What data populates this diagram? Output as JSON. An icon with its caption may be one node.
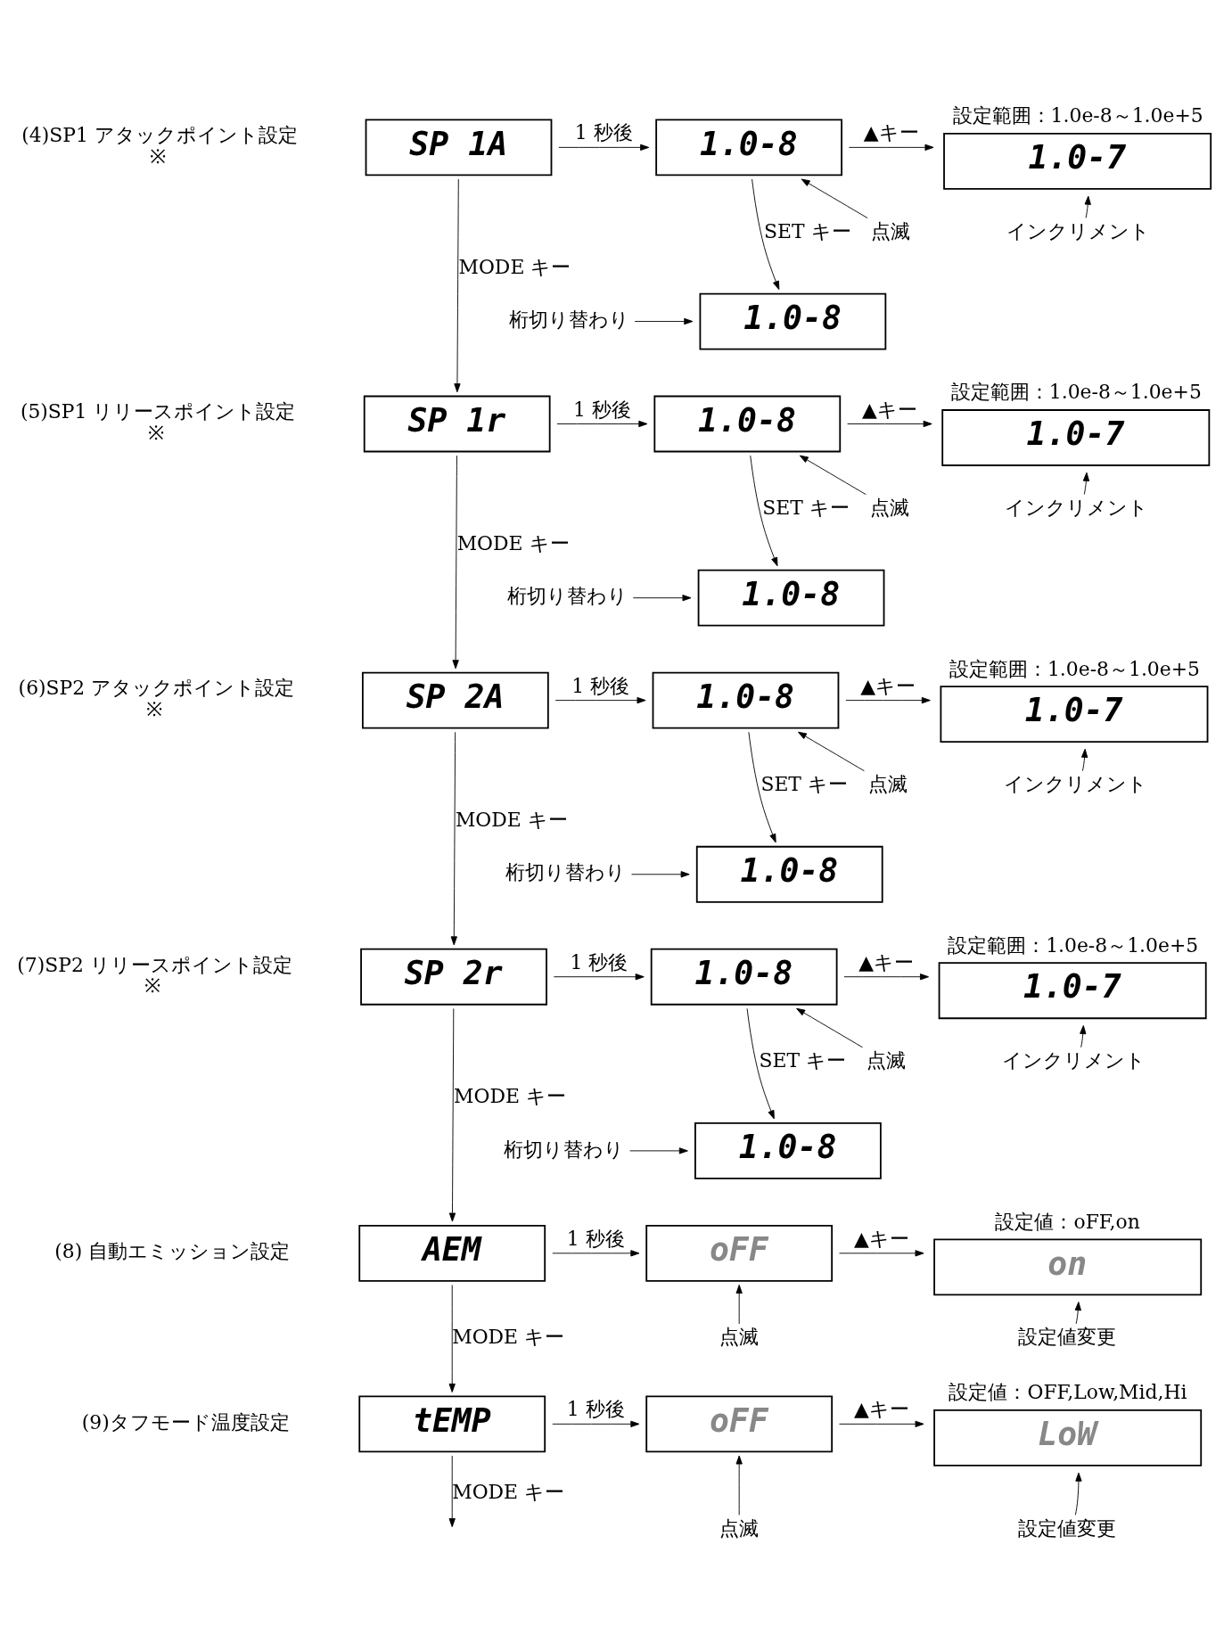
{
  "diagram": {
    "nodes": [
      {
        "text": [
          "SP 1A"
        ],
        "beside": [
          "(4)SP1 アタックポイント設定",
          "※"
        ]
      },
      {
        "text": [
          "1.0-8"
        ]
      },
      {
        "text": [
          "1.0-7"
        ],
        "beside": [
          "設定範囲：1.0e-8～1.0e+5"
        ]
      },
      {
        "text": [
          "点滅"
        ]
      },
      {
        "text": [
          "インクリメント"
        ]
      },
      {
        "text": [
          "桁切り替わり"
        ]
      },
      {
        "text": [
          "1.0-8"
        ]
      },
      {
        "text": [
          "SP 1r"
        ],
        "beside": [
          "(5)SP1 リリースポイント設定",
          "※"
        ]
      },
      {
        "text": [
          "1.0-8"
        ]
      },
      {
        "text": [
          "1.0-7"
        ],
        "beside": [
          "設定範囲：1.0e-8～1.0e+5"
        ]
      },
      {
        "text": [
          "点滅"
        ]
      },
      {
        "text": [
          "インクリメント"
        ]
      },
      {
        "text": [
          "桁切り替わり"
        ]
      },
      {
        "text": [
          "1.0-8"
        ]
      },
      {
        "text": [
          "SP 2A"
        ],
        "beside": [
          "(6)SP2 アタックポイント設定",
          "※"
        ]
      },
      {
        "text": [
          "1.0-8"
        ]
      },
      {
        "text": [
          "1.0-7"
        ],
        "beside": [
          "設定範囲：1.0e-8～1.0e+5"
        ]
      },
      {
        "text": [
          "点滅"
        ]
      },
      {
        "text": [
          "インクリメント"
        ]
      },
      {
        "text": [
          "桁切り替わり"
        ]
      },
      {
        "text": [
          "1.0-8"
        ]
      },
      {
        "text": [
          "SP 2r"
        ],
        "beside": [
          "(7)SP2 リリースポイント設定",
          "※"
        ]
      },
      {
        "text": [
          "1.0-8"
        ]
      },
      {
        "text": [
          "1.0-7"
        ],
        "beside": [
          "設定範囲：1.0e-8～1.0e+5"
        ]
      },
      {
        "text": [
          "点滅"
        ]
      },
      {
        "text": [
          "インクリメント"
        ]
      },
      {
        "text": [
          "桁切り替わり"
        ]
      },
      {
        "text": [
          "1.0-8"
        ]
      },
      {
        "text": [
          "AEM"
        ],
        "beside": [
          "(8) 自動エミッション設定"
        ]
      },
      {
        "text": [
          "oFF"
        ]
      },
      {
        "text": [
          "on"
        ],
        "beside": [
          "設定値：oFF,on"
        ]
      },
      {
        "text": [
          "点滅"
        ]
      },
      {
        "text": [
          "設定値変更"
        ]
      },
      {
        "text": [
          "tEMP"
        ],
        "beside": [
          "(9)タフモード温度設定"
        ]
      },
      {
        "text": [
          "oFF"
        ]
      },
      {
        "text": [
          "LoW"
        ],
        "beside": [
          "設定値：OFF,Low,Mid,Hi"
        ]
      },
      {
        "text": [
          "点滅"
        ]
      },
      {
        "text": [
          "設定値変更"
        ]
      }
    ],
    "edges": [
      {
        "from": 0,
        "to": 1,
        "arrow": "to",
        "label": "1 秒後"
      },
      {
        "from": 1,
        "to": 2,
        "arrow": "to",
        "label": "▲キー"
      },
      {
        "from": 3,
        "to": 1,
        "arrow": "to"
      },
      {
        "from": 4,
        "to": 2,
        "arrow": "to"
      },
      {
        "from": 1,
        "to": 6,
        "arrow": "to",
        "label": "SET キー"
      },
      {
        "from": 5,
        "to": 6,
        "arrow": "to"
      },
      {
        "from": 0,
        "to": 7,
        "arrow": "to",
        "label": "MODE キー"
      },
      {
        "from": 7,
        "to": 8,
        "arrow": "to",
        "label": "1 秒後"
      },
      {
        "from": 8,
        "to": 9,
        "arrow": "to",
        "label": "▲キー"
      },
      {
        "from": 10,
        "to": 8,
        "arrow": "to"
      },
      {
        "from": 11,
        "to": 9,
        "arrow": "to"
      },
      {
        "from": 8,
        "to": 13,
        "arrow": "to",
        "label": "SET キー"
      },
      {
        "from": 12,
        "to": 13,
        "arrow": "to"
      },
      {
        "from": 7,
        "to": 14,
        "arrow": "to",
        "label": "MODE キー"
      },
      {
        "from": 14,
        "to": 15,
        "arrow": "to",
        "label": "1 秒後"
      },
      {
        "from": 15,
        "to": 16,
        "arrow": "to",
        "label": "▲キー"
      },
      {
        "from": 17,
        "to": 15,
        "arrow": "to"
      },
      {
        "from": 18,
        "to": 16,
        "arrow": "to"
      },
      {
        "from": 15,
        "to": 20,
        "arrow": "to",
        "label": "SET キー"
      },
      {
        "from": 19,
        "to": 20,
        "arrow": "to"
      },
      {
        "from": 14,
        "to": 21,
        "arrow": "to",
        "label": "MODE キー"
      },
      {
        "from": 21,
        "to": 22,
        "arrow": "to",
        "label": "1 秒後"
      },
      {
        "from": 22,
        "to": 23,
        "arrow": "to",
        "label": "▲キー"
      },
      {
        "from": 24,
        "to": 22,
        "arrow": "to"
      },
      {
        "from": 25,
        "to": 23,
        "arrow": "to"
      },
      {
        "from": 22,
        "to": 27,
        "arrow": "to",
        "label": "SET キー"
      },
      {
        "from": 26,
        "to": 27,
        "arrow": "to"
      },
      {
        "from": 21,
        "to": 28,
        "arrow": "to",
        "label": "MODE キー"
      },
      {
        "from": 28,
        "to": 29,
        "arrow": "to",
        "label": "1 秒後"
      },
      {
        "from": 29,
        "to": 30,
        "arrow": "to",
        "label": "▲キー"
      },
      {
        "from": 31,
        "to": 29,
        "arrow": "to"
      },
      {
        "from": 32,
        "to": 30,
        "arrow": "to"
      },
      {
        "from": 28,
        "to": 33,
        "arrow": "to",
        "label": "MODE キー"
      },
      {
        "from": 33,
        "to": 34,
        "arrow": "to",
        "label": "1 秒後"
      },
      {
        "from": 34,
        "to": 35,
        "arrow": "to",
        "label": "▲キー"
      },
      {
        "from": 36,
        "to": 34,
        "arrow": "to"
      },
      {
        "from": 37,
        "to": 35,
        "arrow": "to"
      },
      {
        "from": 33,
        "to": null,
        "arrow": "to",
        "label": "MODE キー"
      }
    ]
  }
}
